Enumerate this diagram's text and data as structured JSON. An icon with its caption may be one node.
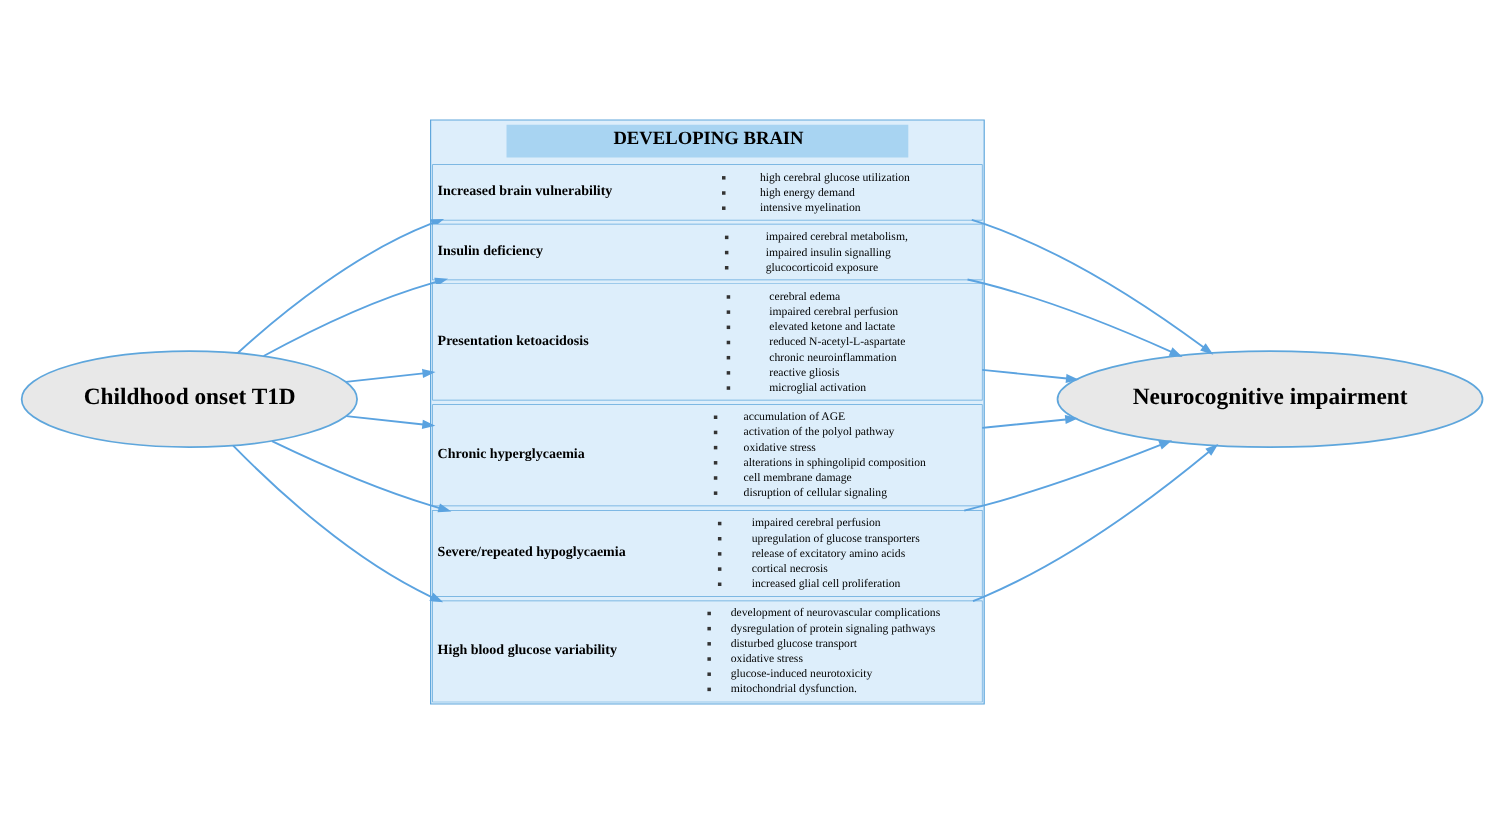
{
  "diagram": {
    "nodes": [
      {
        "text": [
          "Childhood onset T1D"
        ]
      },
      {
        "text": [
          "DEVELOPING BRAIN"
        ]
      },
      {
        "text": [
          "Increased brain vulnerability",
          "high cerebral glucose utilization",
          "high energy demand",
          "intensive myelination"
        ],
        "in": 1
      },
      {
        "text": [
          "Insulin deficiency",
          "impaired cerebral metabolism,",
          "impaired insulin signalling",
          "glucocorticoid exposure"
        ],
        "in": 1
      },
      {
        "text": [
          "Presentation ketoacidosis",
          "cerebral edema",
          "impaired cerebral perfusion",
          "elevated ketone and lactate",
          "reduced N-acetyl-L-aspartate",
          "chronic neuroinflammation",
          "reactive gliosis",
          "microglial activation"
        ],
        "in": 1
      },
      {
        "text": [
          "Chronic hyperglycaemia",
          "accumulation of AGE",
          "activation of the polyol pathway",
          "oxidative stress",
          "alterations in sphingolipid composition",
          "cell membrane damage",
          "disruption of cellular signaling"
        ],
        "in": 1
      },
      {
        "text": [
          "Severe/repeated hypoglycaemia",
          "impaired cerebral perfusion",
          "upregulation of glucose transporters",
          "release of excitatory amino acids",
          "cortical necrosis",
          "increased glial cell proliferation"
        ],
        "in": 1
      },
      {
        "text": [
          "High blood glucose variability",
          "development of neurovascular complications",
          "dysregulation of protein signaling pathways",
          "disturbed glucose transport",
          "oxidative stress",
          "glucose-induced neurotoxicity",
          "mitochondrial dysfunction."
        ],
        "in": 1
      },
      {
        "text": [
          "Neurocognitive impairment"
        ]
      }
    ],
    "edges": [
      {
        "from": 0,
        "to": 2,
        "arrow": "to"
      },
      {
        "from": 0,
        "to": 3,
        "arrow": "to"
      },
      {
        "from": 0,
        "to": 4,
        "arrow": "to"
      },
      {
        "from": 0,
        "to": 5,
        "arrow": "to"
      },
      {
        "from": 0,
        "to": 6,
        "arrow": "to"
      },
      {
        "from": 0,
        "to": 7,
        "arrow": "to"
      },
      {
        "from": 2,
        "to": 8,
        "arrow": "to"
      },
      {
        "from": 3,
        "to": 8,
        "arrow": "to"
      },
      {
        "from": 4,
        "to": 8,
        "arrow": "to"
      },
      {
        "from": 5,
        "to": 8,
        "arrow": "to"
      },
      {
        "from": 6,
        "to": 8,
        "arrow": "to"
      },
      {
        "from": 7,
        "to": 8,
        "arrow": "to"
      }
    ]
  }
}
